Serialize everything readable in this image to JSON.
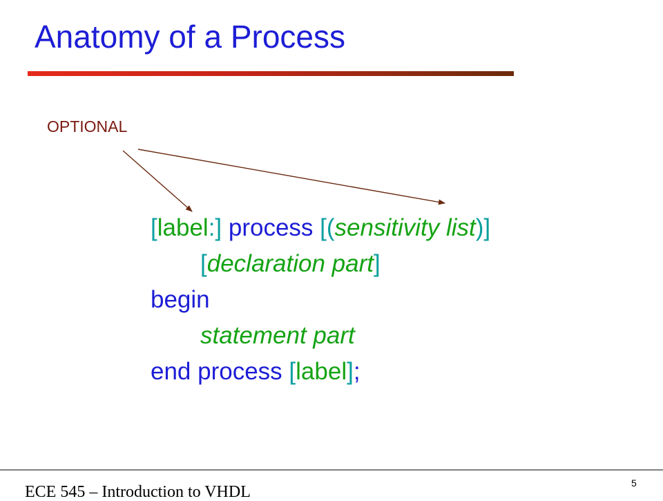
{
  "slide": {
    "title": "Anatomy of a Process",
    "annotation": "OPTIONAL",
    "code": {
      "line1": {
        "open_bracket": "[",
        "label": "label",
        "colon_close": ":]",
        "process": " process ",
        "open_paren": "[(",
        "sensitivity_list": "sensitivity list",
        "close_paren": ")]"
      },
      "line2": {
        "open_bracket": "[",
        "declaration_part": "declaration part",
        "close_bracket": "]"
      },
      "line3": {
        "begin": "begin"
      },
      "line4": {
        "statement_part": "statement part"
      },
      "line5": {
        "end_process": "end process ",
        "open_bracket": "[",
        "label": "label",
        "close_bracket": "]",
        "semicolon": ";"
      }
    },
    "footer": {
      "course": "ECE 545 – Introduction to VHDL",
      "page_number": "5"
    }
  },
  "colors": {
    "title": "#1d1dd6",
    "keyword": "#1d1dd6",
    "bracket": "#0b9f9f",
    "placeholder": "#14a314",
    "annotation": "#7a1a10",
    "rule_start": "#e42a1a",
    "rule_end": "#6a2a0a"
  }
}
